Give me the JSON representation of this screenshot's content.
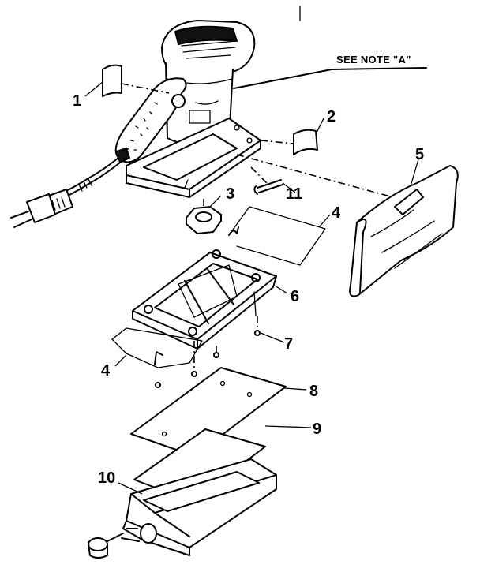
{
  "note": {
    "text": "SEE NOTE \"A\""
  },
  "callouts": [
    {
      "id": "1",
      "label": "1"
    },
    {
      "id": "2",
      "label": "2"
    },
    {
      "id": "3",
      "label": "3"
    },
    {
      "id": "4a",
      "label": "4"
    },
    {
      "id": "4b",
      "label": "4"
    },
    {
      "id": "5",
      "label": "5"
    },
    {
      "id": "6",
      "label": "6"
    },
    {
      "id": "7",
      "label": "7"
    },
    {
      "id": "8",
      "label": "8"
    },
    {
      "id": "9",
      "label": "9"
    },
    {
      "id": "10",
      "label": "10"
    },
    {
      "id": "11",
      "label": "11"
    }
  ]
}
